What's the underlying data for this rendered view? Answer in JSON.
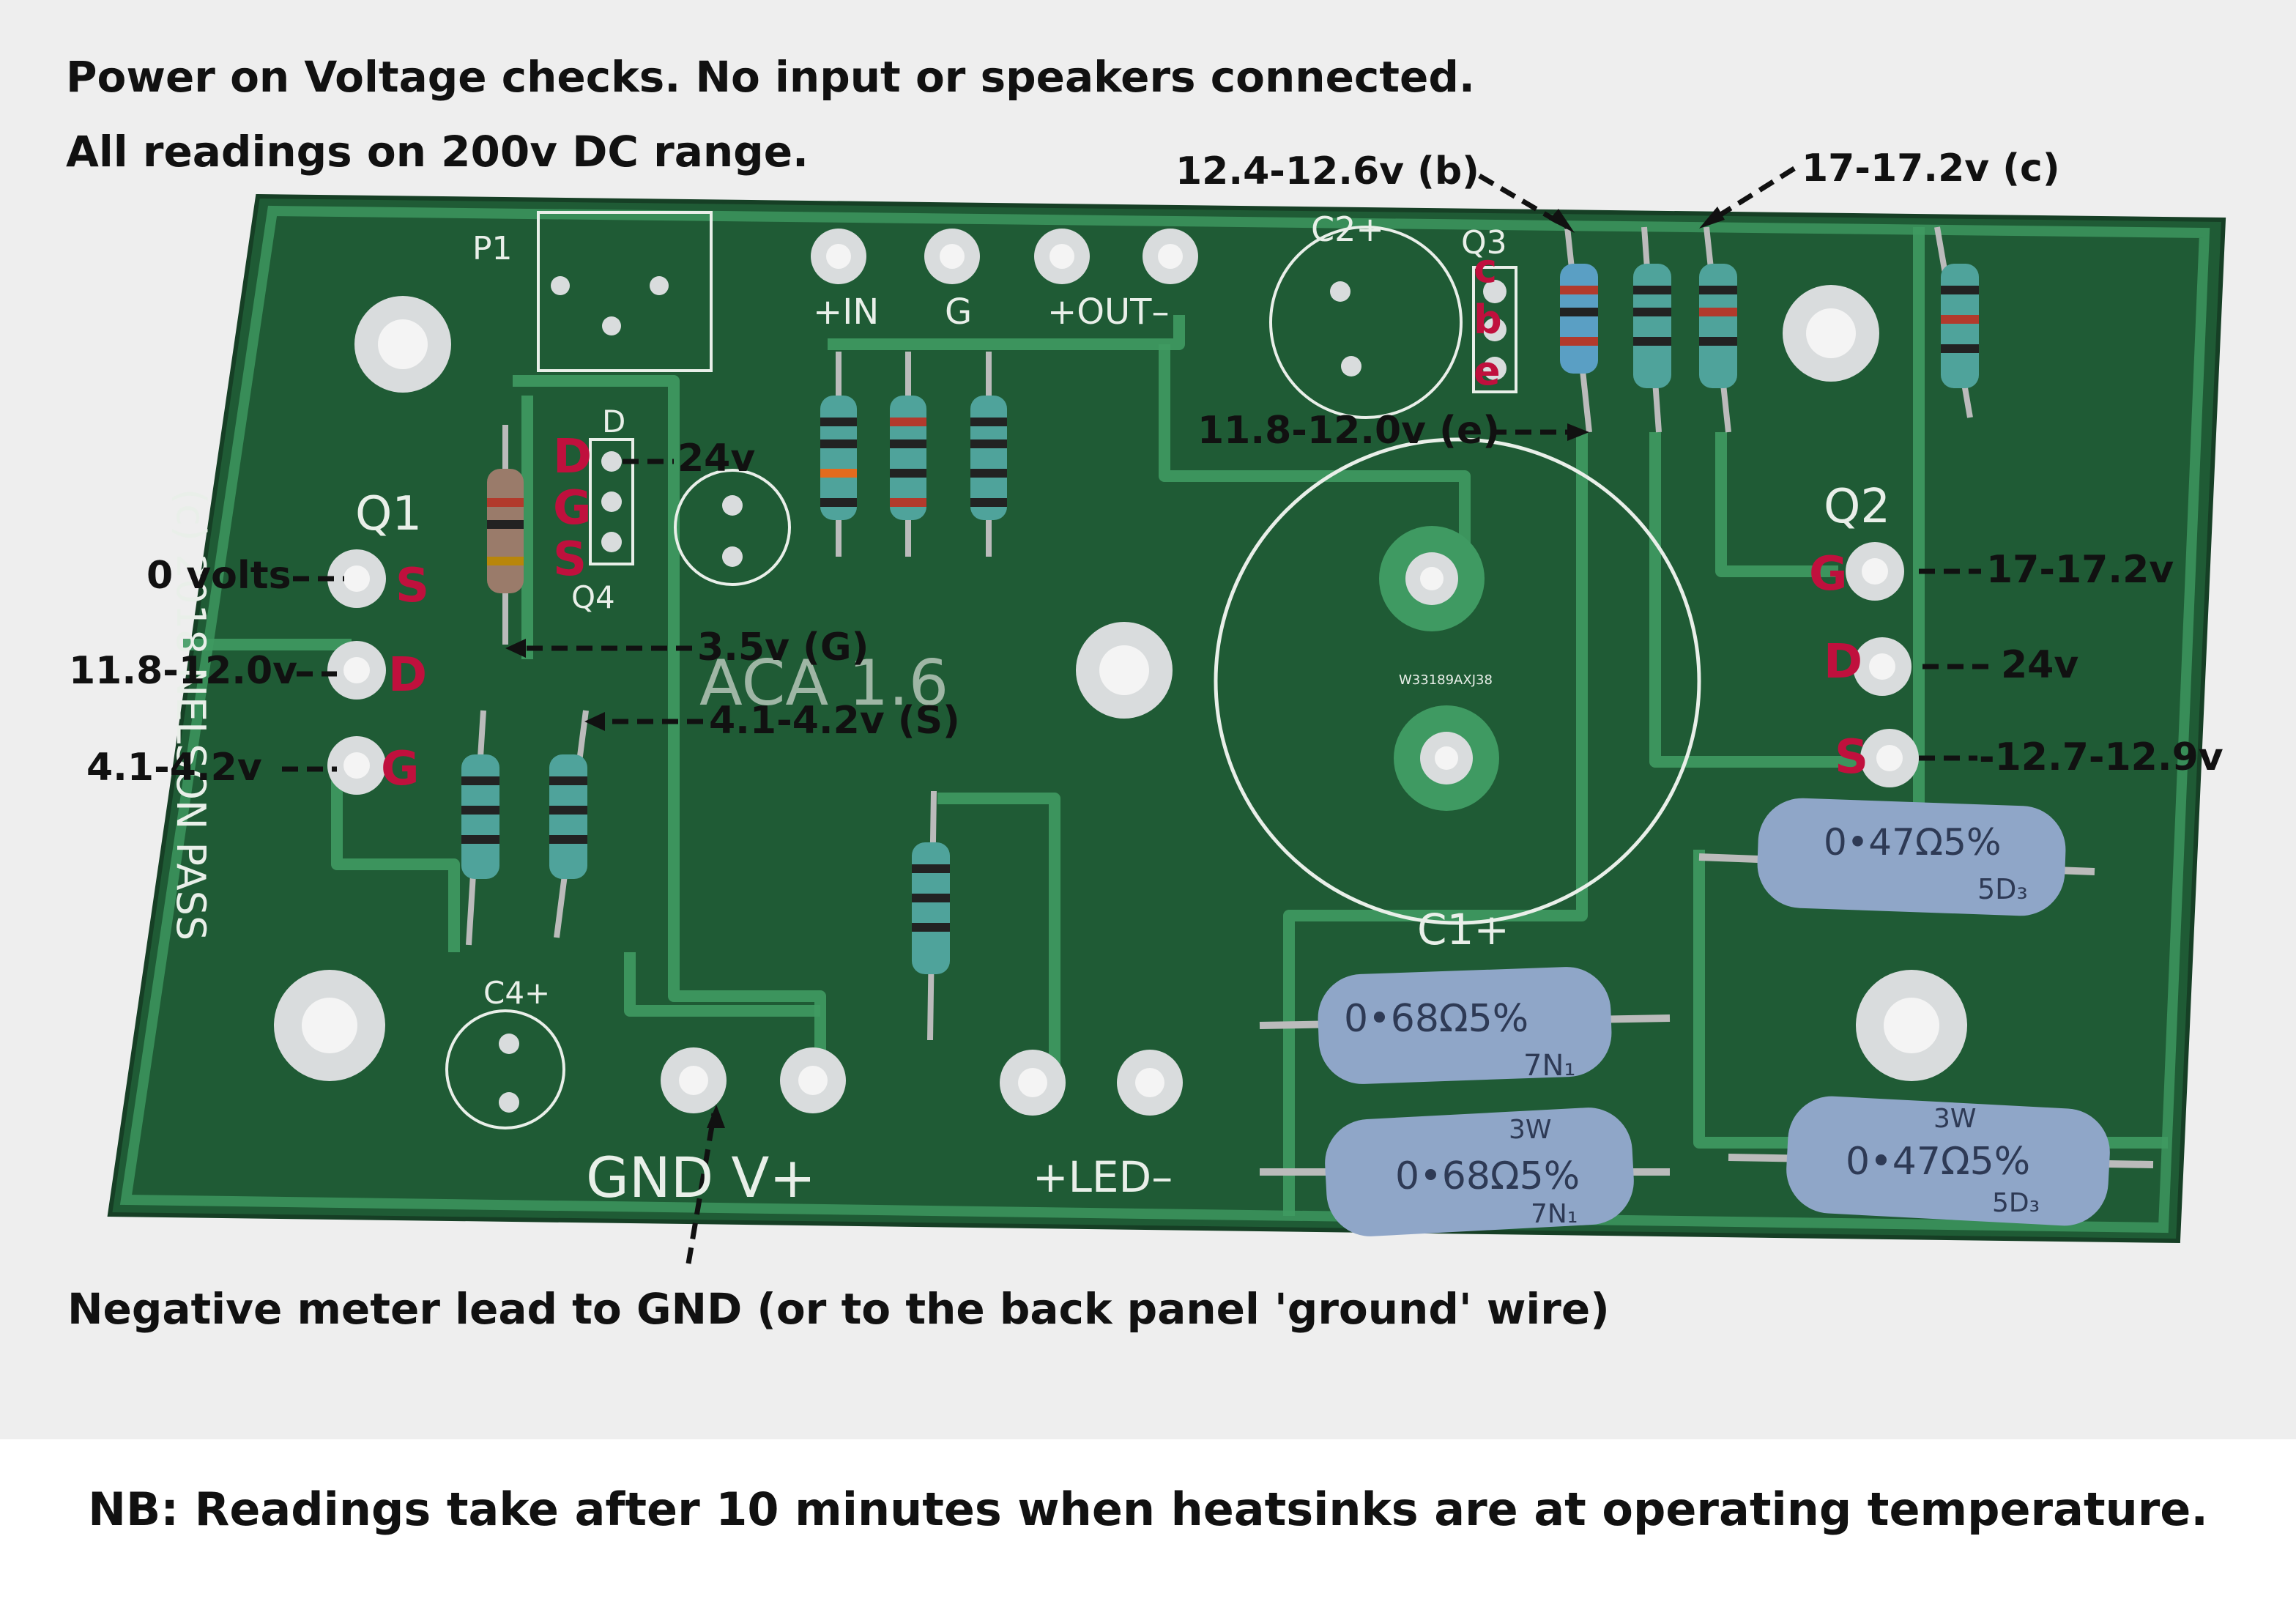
{
  "header": {
    "line1": "Power on Voltage checks.  No input or speakers  connected.",
    "line2": "All readings on 200v DC range."
  },
  "footer": {
    "ground_note": "Negative meter lead to GND (or to the back panel 'ground' wire)",
    "nb_note": "NB: Readings take after 10 minutes when heatsinks are at operating temperature."
  },
  "colors": {
    "background": "#eeeeee",
    "board_green": "#1f5b35",
    "trace_green": "#3f9a62",
    "pin_label_red": "#c0103d",
    "annotation_text": "#111111"
  },
  "annotations": {
    "q3_b": "12.4-12.6v (b)",
    "q3_c": "17-17.2v (c)",
    "q3_e": "11.8-12.0v (e)",
    "q4_d": "24v",
    "q4_g": "3.5v (G)",
    "q4_s": "4.1-4.2v (S)",
    "q1_s": "0 volts",
    "q1_d": "11.8-12.0v",
    "q1_g": "4.1-4.2v",
    "q2_g": "17-17.2v",
    "q2_d": "24v",
    "q2_s": "-12.7-12.9v"
  },
  "pin_labels": {
    "q4_d": "D",
    "q4_g": "G",
    "q4_s": "S",
    "q1_s": "S",
    "q1_d": "D",
    "q1_g": "G",
    "q2_g": "G",
    "q2_d": "D",
    "q2_s": "S",
    "q3_c": "c",
    "q3_b": "b",
    "q3_e": "e"
  },
  "silkscreen": {
    "p1": "P1",
    "c2": "C2+",
    "q3": "Q3",
    "in": "+IN",
    "g": "G",
    "out": "+OUT–",
    "q1": "Q1",
    "q4": "Q4",
    "q4_d": "D",
    "q2": "Q2",
    "c1": "C1+",
    "c4": "C4+",
    "board": "ACA 1.6",
    "copyright": "(c) 2018 NELSON PASS",
    "gnd_v": "GND V+",
    "led": "+LED–",
    "cap_code": "W33189AXJ38"
  },
  "power_resistors": {
    "r1": "0•68Ω5%",
    "r1_code": "7N₁",
    "r2": "0•68Ω5%",
    "r2_code": "7N₁",
    "r3": "0•47Ω5%",
    "r3_code": "5D₃",
    "r4": "0•47Ω5%",
    "r4_code": "5D₃",
    "rating": "3W"
  }
}
